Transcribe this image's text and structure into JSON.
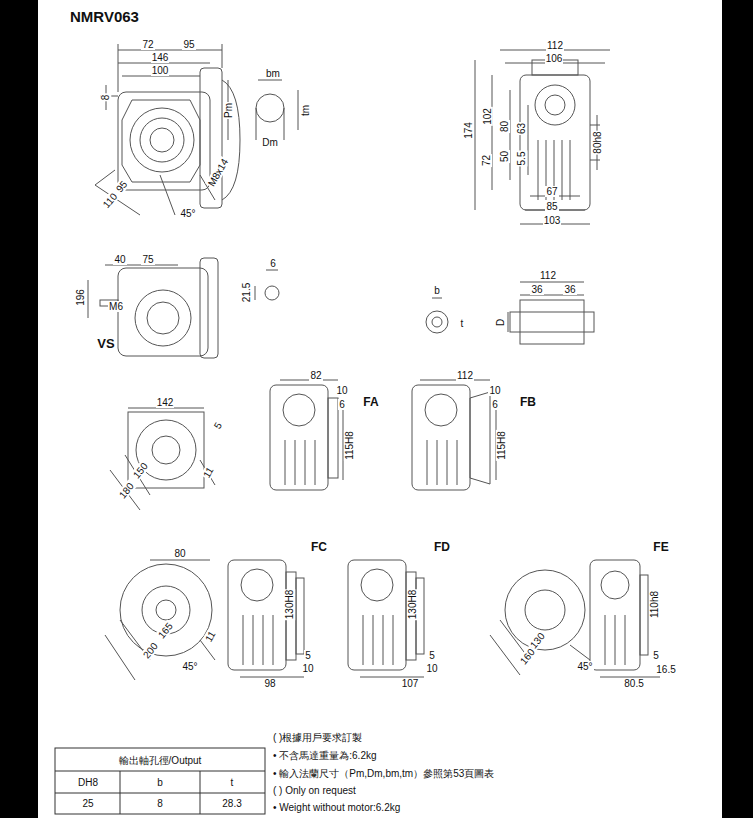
{
  "diagram": {
    "title": "NMRV063",
    "labels": [
      "72",
      "95",
      "146",
      "100",
      "8",
      "bm",
      "Pm",
      "tm",
      "Dm",
      "M8x14",
      "95",
      "110",
      "45°",
      "112",
      "106",
      "174",
      "102",
      "80",
      "63",
      "72",
      "50",
      "5.5",
      "80h8",
      "67",
      "85",
      "103",
      "40",
      "75",
      "196",
      "M6",
      "VS",
      "6",
      "21.5",
      "b",
      "t",
      "112",
      "36",
      "36",
      "D",
      "142",
      "5",
      "150",
      "180",
      "11",
      "82",
      "10",
      "6",
      "FA",
      "115H8",
      "112",
      "10",
      "6",
      "FB",
      "115H8",
      "80",
      "165",
      "200",
      "11",
      "45°",
      "FC",
      "130H8",
      "5",
      "10",
      "98",
      "FD",
      "130H8",
      "5",
      "10",
      "107",
      "FE",
      "110h8",
      "130",
      "160",
      "45°",
      "5",
      "16.5",
      "80.5",
      "輸出軸孔徑/Output",
      "DH8",
      "b",
      "t",
      "25",
      "8",
      "28.3",
      "( )根據用戶要求訂製",
      "• 不含馬達重量為:6.2kg",
      "• 輸入法蘭尺寸（Pm,Dm,bm,tm）參照第53頁圖表",
      "( ) Only on request",
      "• Weight without motor:6.2kg"
    ]
  }
}
